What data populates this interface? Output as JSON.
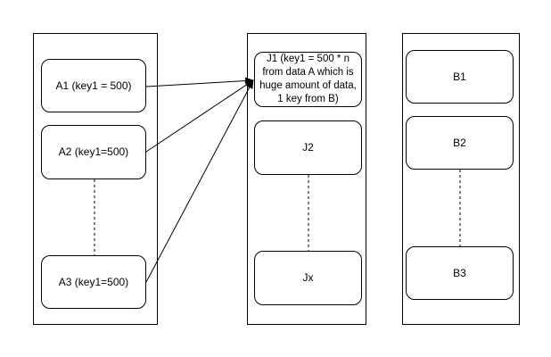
{
  "diagram": {
    "panels": [
      {
        "id": "panel-a"
      },
      {
        "id": "panel-j"
      },
      {
        "id": "panel-b"
      }
    ],
    "nodes": {
      "a1": {
        "label": "A1 (key1 = 500)"
      },
      "a2": {
        "label": "A2 (key1=500)"
      },
      "a3": {
        "label": "A3 (key1=500)"
      },
      "j1": {
        "label": "J1 (key1 = 500 * n from data A which is huge amount of data, 1 key from B)"
      },
      "j2": {
        "label": "J2"
      },
      "jx": {
        "label": "Jx"
      },
      "b1": {
        "label": "B1"
      },
      "b2": {
        "label": "B2"
      },
      "b3": {
        "label": "B3"
      }
    },
    "edges": [
      {
        "from": "a1",
        "to": "j1",
        "style": "arrow"
      },
      {
        "from": "a2",
        "to": "j1",
        "style": "arrow"
      },
      {
        "from": "a3",
        "to": "j1",
        "style": "arrow"
      },
      {
        "from": "a2",
        "to": "a3",
        "style": "dashed"
      },
      {
        "from": "j2",
        "to": "jx",
        "style": "dashed"
      },
      {
        "from": "b2",
        "to": "b3",
        "style": "dashed"
      }
    ],
    "colors": {
      "stroke": "#000000",
      "fill": "#ffffff"
    }
  }
}
